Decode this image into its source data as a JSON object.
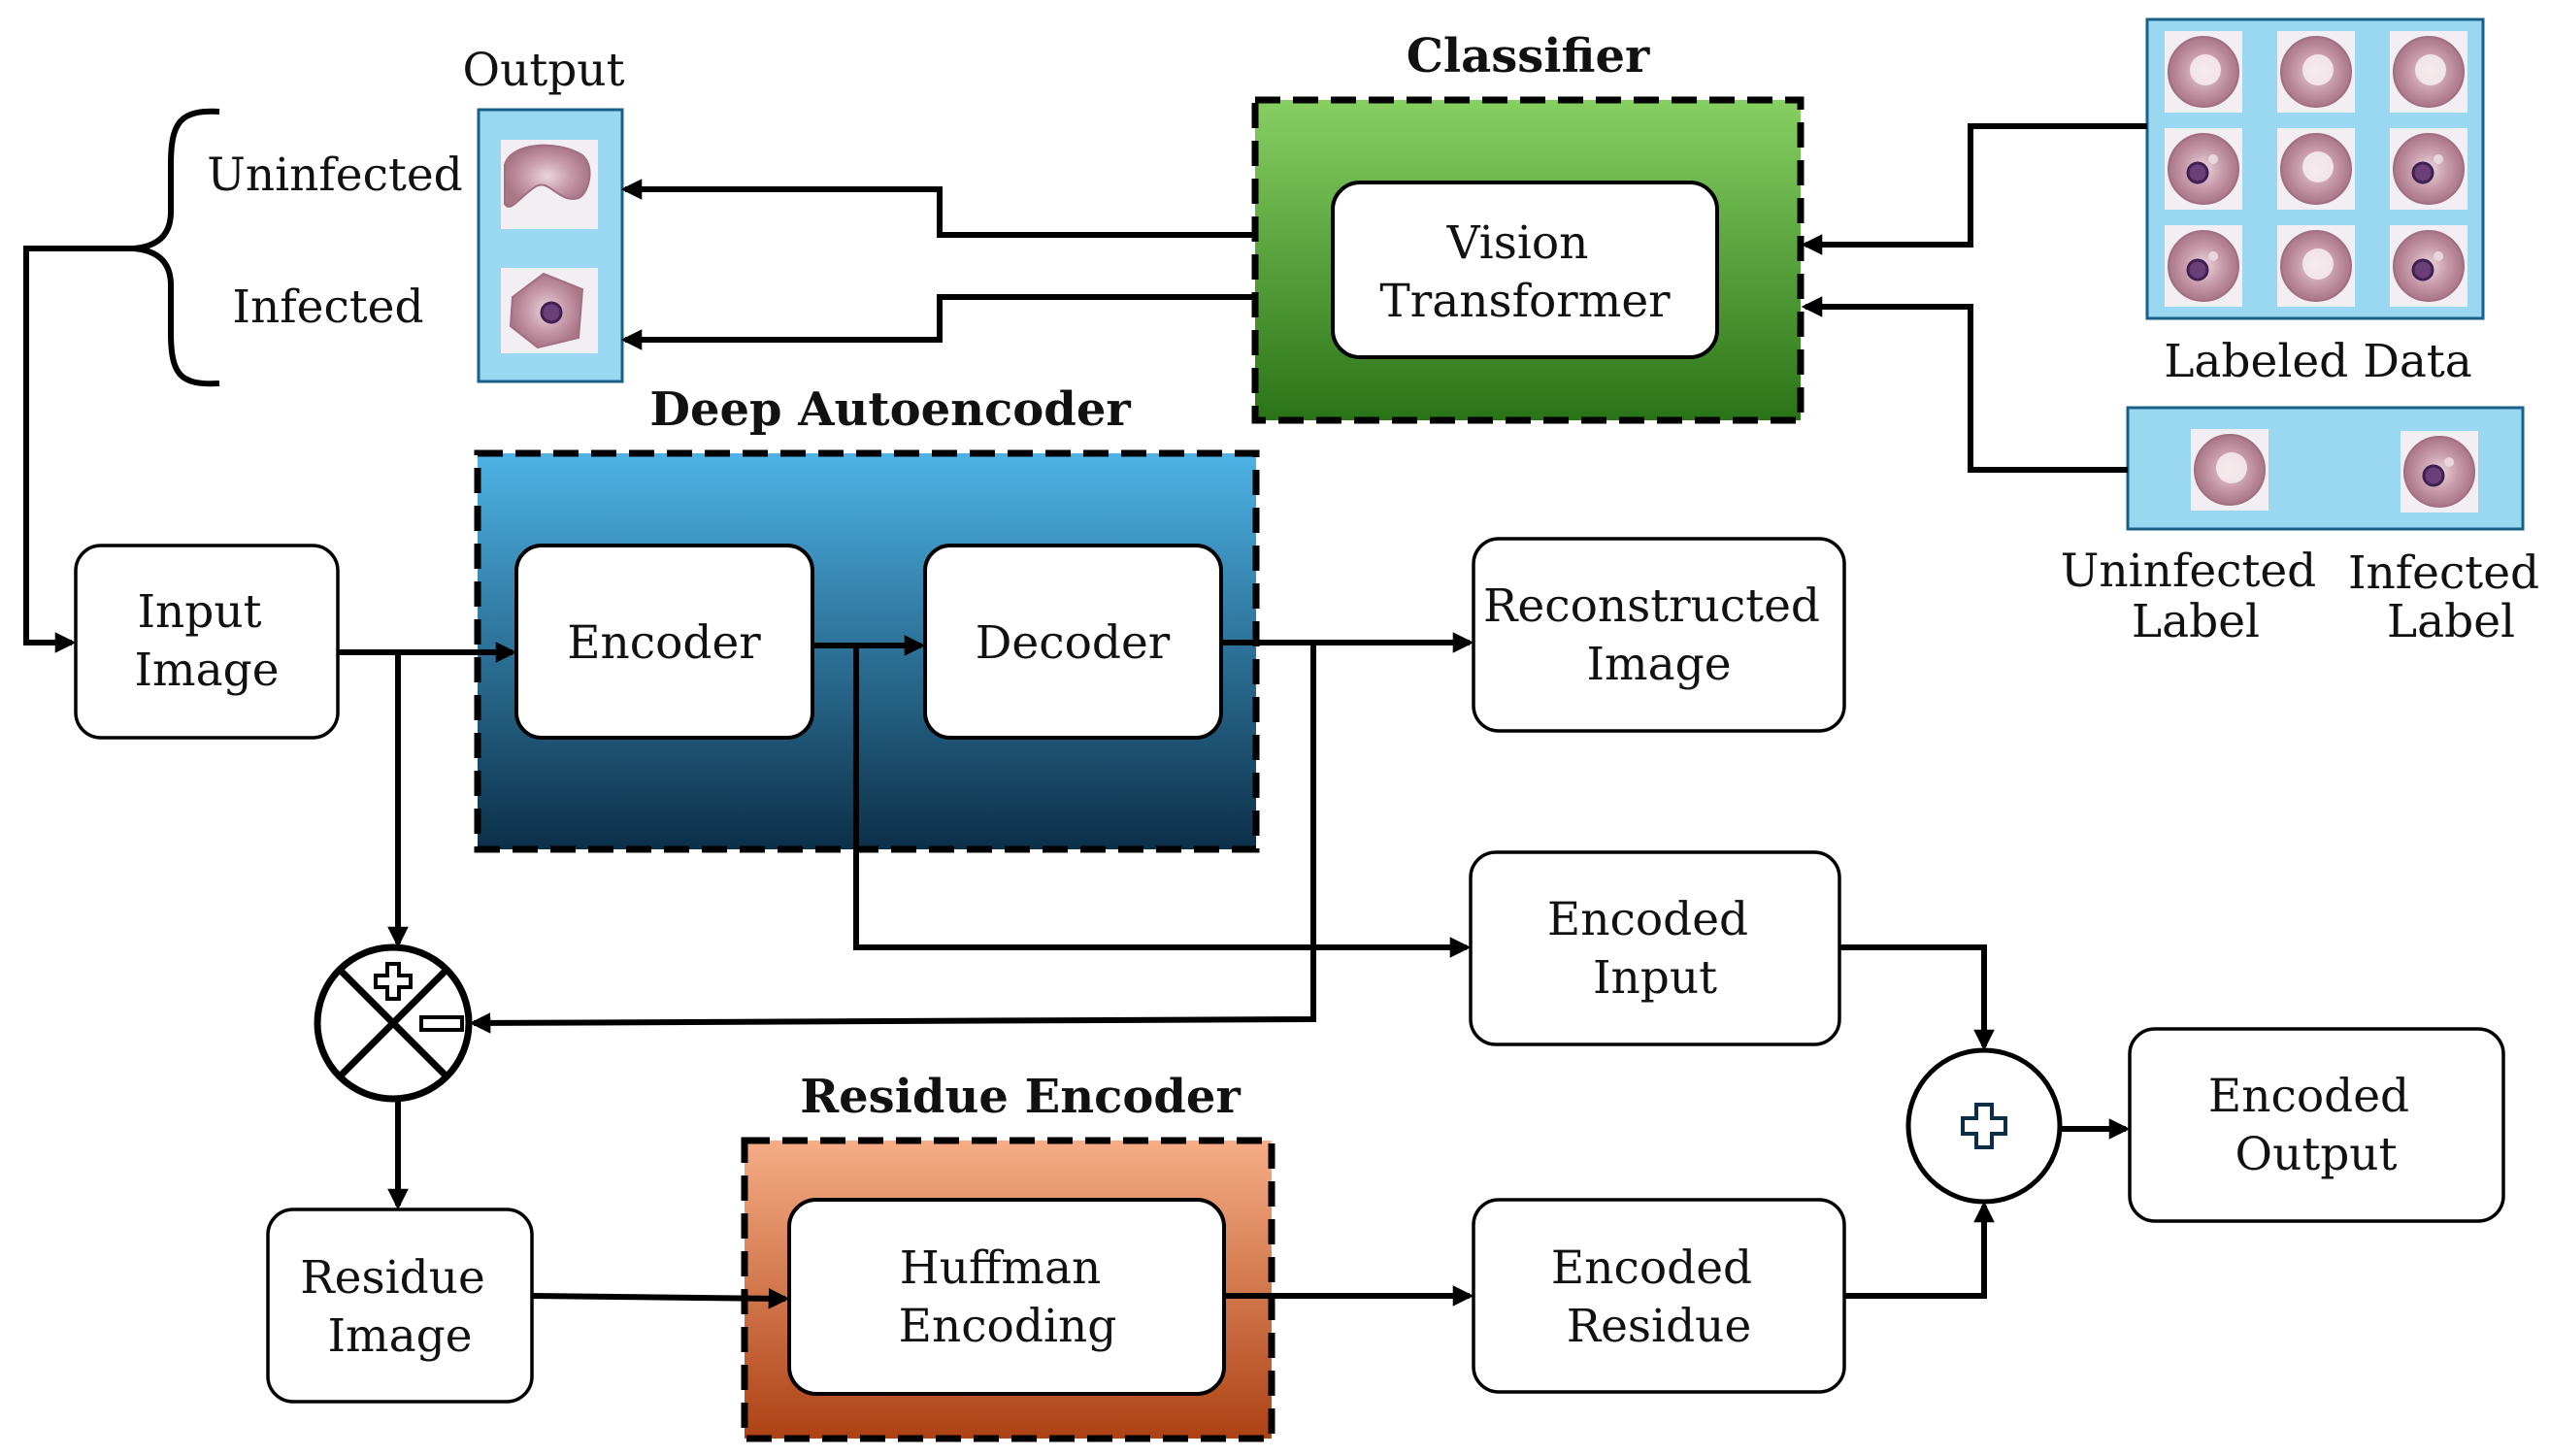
{
  "classifier": {
    "title": "Classifier",
    "inner": [
      "Vision",
      "Transformer"
    ]
  },
  "autoencoder": {
    "title": "Deep Autoencoder",
    "encoder": "Encoder",
    "decoder": "Decoder"
  },
  "residue_encoder": {
    "title": "Residue Encoder",
    "inner": [
      "Huffman",
      "Encoding"
    ]
  },
  "output": {
    "title": "Output",
    "uninfected": "Uninfected",
    "infected": "Infected"
  },
  "boxes": {
    "input_image": [
      "Input",
      "Image"
    ],
    "reconstructed_image": [
      "Reconstructed",
      "Image"
    ],
    "encoded_input": [
      "Encoded",
      "Input"
    ],
    "encoded_output": [
      "Encoded",
      "Output"
    ],
    "residue_image": [
      "Residue",
      "Image"
    ],
    "encoded_residue": [
      "Encoded",
      "Residue"
    ]
  },
  "labeled_data": {
    "caption": "Labeled Data"
  },
  "labels": {
    "uninfected": [
      "Uninfected",
      "Label"
    ],
    "infected": [
      "Infected",
      "Label"
    ]
  },
  "colors": {
    "classifier_top": "#7dc95a",
    "classifier_bottom": "#2f7d1f",
    "autoencoder_top": "#4aaee0",
    "autoencoder_bottom": "#0f3550",
    "residue_top": "#f4a57c",
    "residue_bottom": "#b0481a",
    "image_panel": "#9ad8f2",
    "cell": "#c9a0b0"
  },
  "icons": [
    "plus-icon",
    "minus-icon",
    "bracket-icon"
  ]
}
